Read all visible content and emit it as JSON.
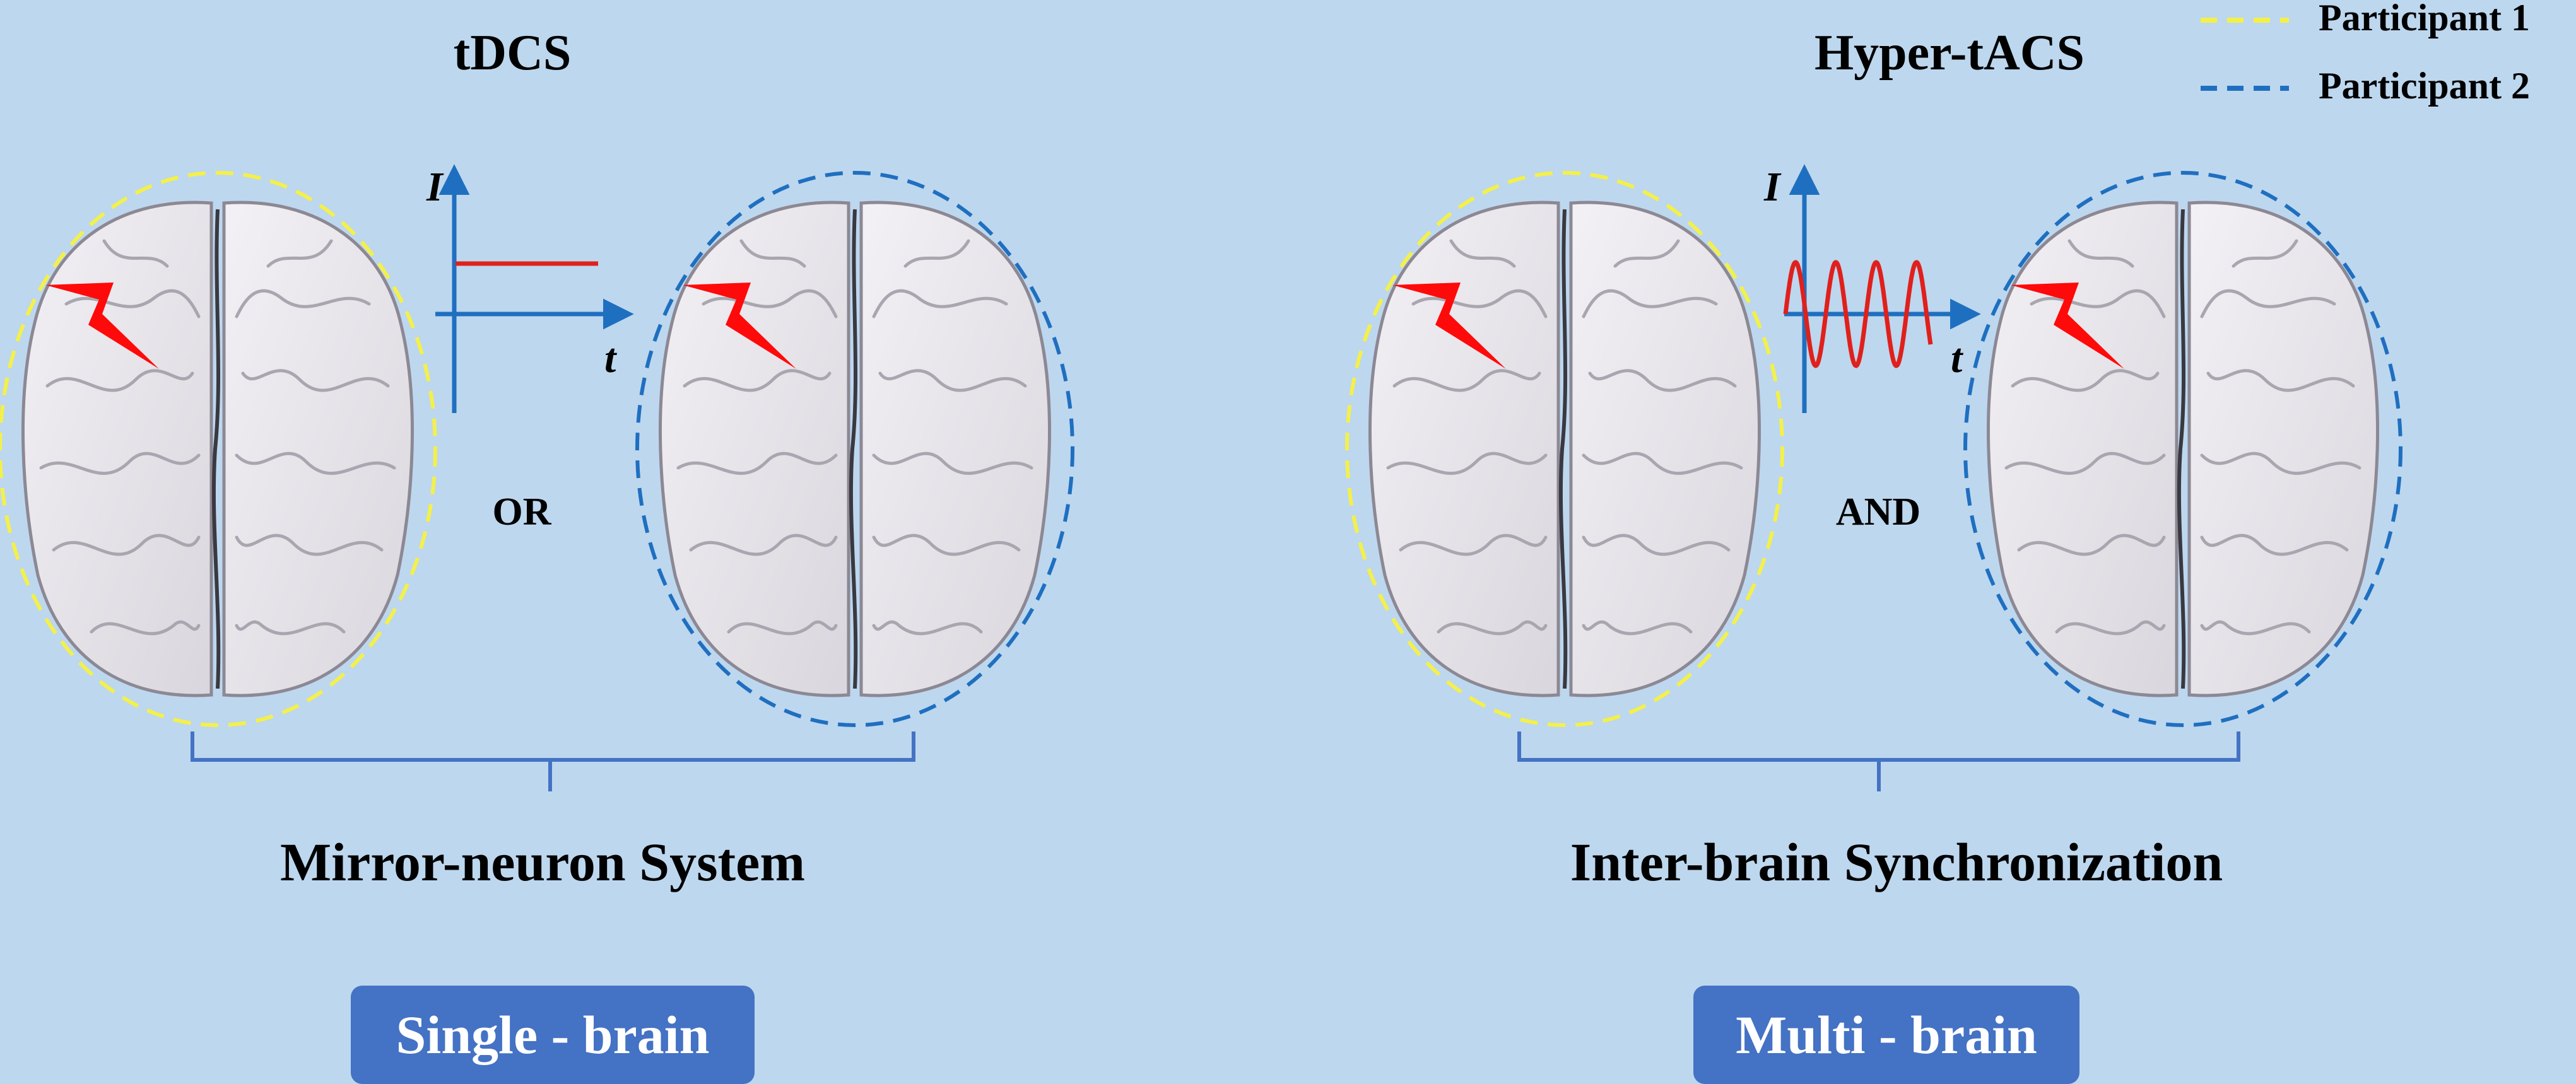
{
  "legend": {
    "participant1": "Participant 1",
    "participant2": "Participant 2"
  },
  "left_panel": {
    "title": "tDCS",
    "connector": "OR",
    "system_label": "Mirror-neuron System",
    "badge_label": "Single - brain",
    "waveform": "constant"
  },
  "right_panel": {
    "title": "Hyper-tACS",
    "connector": "AND",
    "system_label": "Inter-brain Synchronization",
    "badge_label": "Multi - brain",
    "waveform": "sinusoidal"
  },
  "axis_labels": {
    "current": "I",
    "time": "t"
  },
  "colors": {
    "background": "#bdd7ee",
    "participant1": "#f4f04a",
    "participant2": "#1f6fc0",
    "axis": "#1f6fc0",
    "signal": "#e0201c",
    "lightning": "#ff0a0a",
    "brace": "#4472c4",
    "badge": "#4472c4",
    "badge_text": "#ffffff"
  },
  "icons": {
    "brain": "brain-icon",
    "stimulation": "lightning-bolt-icon"
  }
}
